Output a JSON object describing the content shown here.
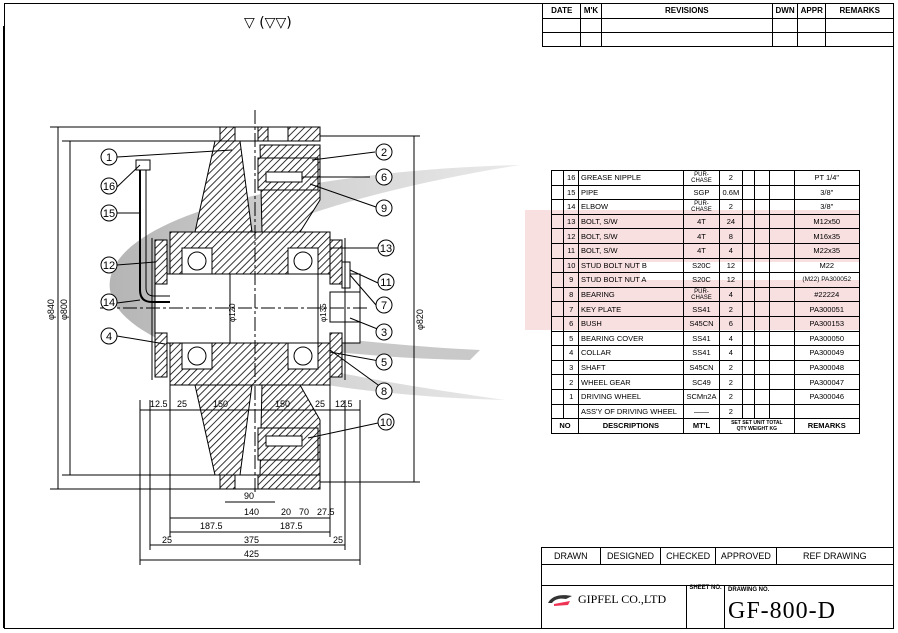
{
  "surface_symbol": "▽ (▽▽)",
  "revisions": {
    "headers": [
      "DATE",
      "M'K",
      "REVISIONS",
      "DWN",
      "APPR",
      "REMARKS"
    ]
  },
  "balloons": [
    "1",
    "2",
    "3",
    "4",
    "5",
    "6",
    "7",
    "8",
    "9",
    "10",
    "11",
    "12",
    "13",
    "14",
    "15",
    "16"
  ],
  "dimensions": {
    "d840": "φ840",
    "d800": "φ800",
    "d820": "φ820",
    "d120": "φ120",
    "d135": "φ135",
    "bottom": [
      "12.5",
      "25",
      "150",
      "150",
      "25",
      "12.5"
    ],
    "hub": "90",
    "row140": [
      "140",
      "20",
      "70",
      "27.5"
    ],
    "row187": [
      "187.5",
      "187.5"
    ],
    "row375": [
      "25",
      "375",
      "25"
    ],
    "row425": "425"
  },
  "parts": [
    {
      "no": "16",
      "desc": "GREASE NIPPLE",
      "mtl": "PUR-CHASE",
      "set": "2",
      "rem": "PT 1/4\""
    },
    {
      "no": "15",
      "desc": "PIPE",
      "mtl": "SGP",
      "set": "0.6M",
      "rem": "3/8\""
    },
    {
      "no": "14",
      "desc": "ELBOW",
      "mtl": "PUR-CHASE",
      "set": "2",
      "rem": "3/8\""
    },
    {
      "no": "13",
      "desc": "BOLT, S/W",
      "mtl": "4T",
      "set": "24",
      "rem": "M12x50"
    },
    {
      "no": "12",
      "desc": "BOLT, S/W",
      "mtl": "4T",
      "set": "8",
      "rem": "M16x35"
    },
    {
      "no": "11",
      "desc": "BOLT, S/W",
      "mtl": "4T",
      "set": "4",
      "rem": "M22x35"
    },
    {
      "no": "10",
      "desc": "STUD BOLT NUT B",
      "mtl": "S20C",
      "set": "12",
      "rem": "M22"
    },
    {
      "no": "9",
      "desc": "STUD BOLT NUT A",
      "mtl": "S20C",
      "set": "12",
      "rem": "(M22) PA300052"
    },
    {
      "no": "8",
      "desc": "BEARING",
      "mtl": "PUR-CHASE",
      "set": "4",
      "rem": "#22224"
    },
    {
      "no": "7",
      "desc": "KEY PLATE",
      "mtl": "SS41",
      "set": "2",
      "rem": "PA300051"
    },
    {
      "no": "6",
      "desc": "BUSH",
      "mtl": "S45CN",
      "set": "6",
      "rem": "PA300153"
    },
    {
      "no": "5",
      "desc": "BEARING COVER",
      "mtl": "SS41",
      "set": "4",
      "rem": "PA300050"
    },
    {
      "no": "4",
      "desc": "COLLAR",
      "mtl": "SS41",
      "set": "4",
      "rem": "PA300049"
    },
    {
      "no": "3",
      "desc": "SHAFT",
      "mtl": "S45CN",
      "set": "2",
      "rem": "PA300048"
    },
    {
      "no": "2",
      "desc": "WHEEL GEAR",
      "mtl": "SC49",
      "set": "2",
      "rem": "PA300047"
    },
    {
      "no": "1",
      "desc": "DRIVING WHEEL",
      "mtl": "SCMn2A",
      "set": "2",
      "rem": "PA300046"
    },
    {
      "no": "",
      "desc": "ASS'Y OF DRIVING WHEEL",
      "mtl": "——",
      "set": "2",
      "rem": ""
    }
  ],
  "parts_header": {
    "no": "NO",
    "desc": "DESCRIPTIONS",
    "mtl": "MT'L",
    "set": "SET",
    "qty": "QTY",
    "unit": "UNIT",
    "total": "TOTAL",
    "weight": "WEIGHT KG",
    "rem": "REMARKS"
  },
  "title_block": {
    "drawn": "DRAWN",
    "designed": "DESIGNED",
    "checked": "CHECKED",
    "approved": "APPROVED",
    "ref": "REF DRAWING",
    "company": "GIPFEL CO.,LTD",
    "sheet_no": "SHEET NO.",
    "drawing_no_label": "DRAWING NO.",
    "drawing_no": "GF-800-D"
  }
}
